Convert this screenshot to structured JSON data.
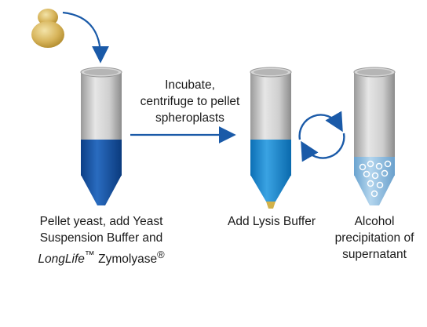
{
  "diagram": {
    "arrow_label": [
      "Incubate,",
      "centrifuge to pellet",
      "spheroplasts"
    ],
    "steps": [
      {
        "id": "pellet",
        "lines": [
          "Pellet yeast, add Yeast",
          "Suspension Buffer and"
        ],
        "line3": {
          "italic": "LongLife",
          "tm": "™",
          "name": "Zymolyase",
          "reg": "®"
        }
      },
      {
        "id": "lysis",
        "lines": [
          "Add Lysis Buffer"
        ]
      },
      {
        "id": "alcohol",
        "lines": [
          "Alcohol",
          "precipitation of",
          "supernatant"
        ]
      }
    ]
  }
}
